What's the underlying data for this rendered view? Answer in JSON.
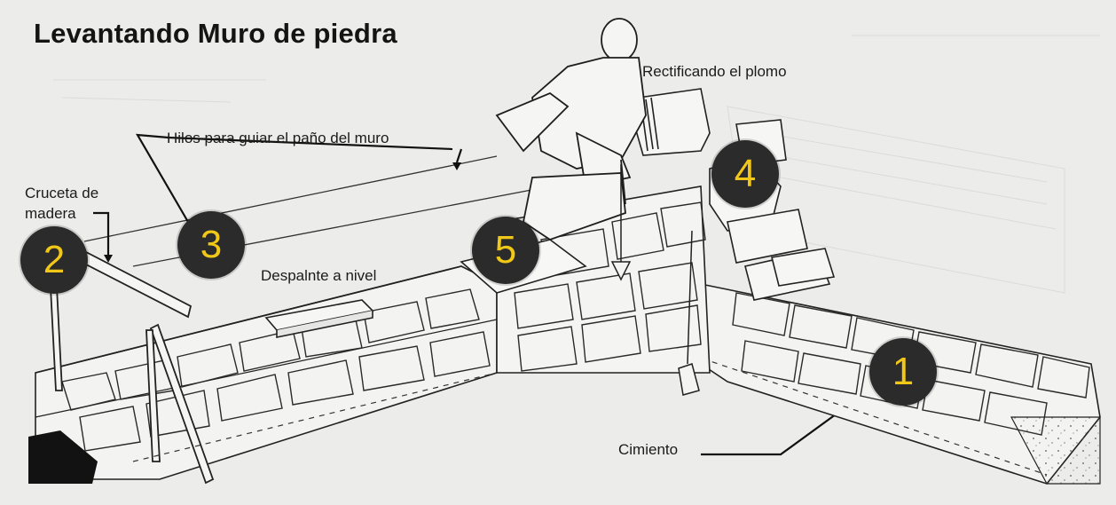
{
  "title": "Levantando Muro de piedra",
  "labels": {
    "plumb": "Rectificando el plomo",
    "guide_lines": "Hilos para guiar el paño del muro",
    "cross_top": "Cruceta de",
    "cross_bottom": "madera",
    "level": "Despalnte a nivel",
    "foundation": "Cimiento"
  },
  "markers": [
    "1",
    "2",
    "3",
    "4",
    "5"
  ],
  "colors": {
    "background": "#ececea",
    "ink": "#1b1b1b",
    "badge_fill": "#2b2b2b",
    "badge_text": "#f2c818"
  }
}
